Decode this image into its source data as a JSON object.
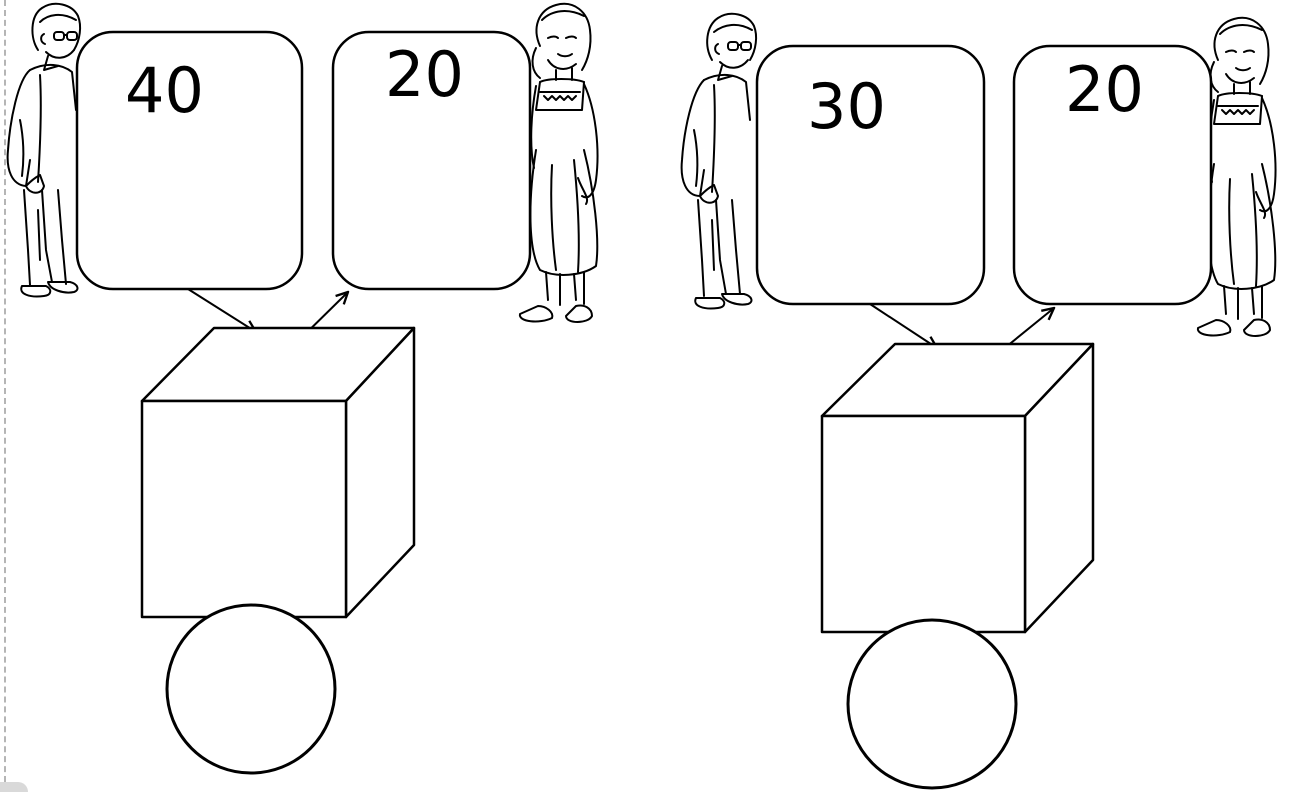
{
  "colors": {
    "background": "#ffffff",
    "ink": "#000000",
    "edge": "#b5b5b5"
  },
  "panels": [
    {
      "boy_box": {
        "value": "40"
      },
      "girl_box": {
        "value": "20"
      },
      "circle": {
        "value": ""
      }
    },
    {
      "boy_box": {
        "value": "30"
      },
      "girl_box": {
        "value": "20"
      },
      "circle": {
        "value": ""
      }
    }
  ],
  "icons": [
    "boy-figure-icon",
    "girl-figure-icon",
    "cube-icon",
    "arrow-icon",
    "circle-icon"
  ]
}
